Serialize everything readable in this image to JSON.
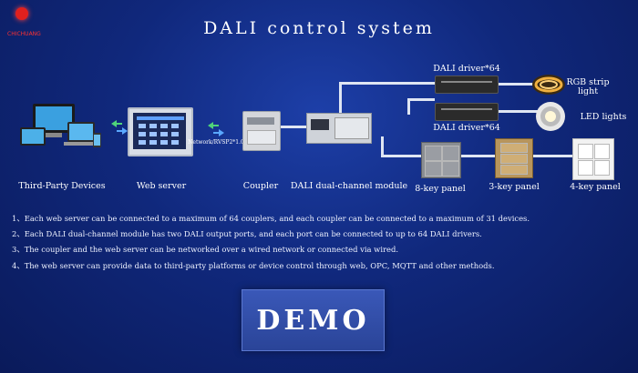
{
  "header": {
    "title": "DALI control system",
    "logo_text": "CHICHUANG"
  },
  "devices": {
    "third_party": "Third-Party Devices",
    "web_server": "Web server",
    "coupler": "Coupler",
    "dali_module": "DALI dual-channel module",
    "protocol": "Network/RVSP2*1.0",
    "driver_top": "DALI driver*64",
    "driver_bottom": "DALI driver*64",
    "rgb": "RGB strip light",
    "led": "LED lights",
    "panel8": "8-key panel",
    "panel3": "3-key panel",
    "panel4": "4-key panel"
  },
  "notes": [
    "1、Each web server can be connected to a maximum of 64 couplers, and each coupler can be connected to a maximum of 31 devices.",
    "2、Each DALI dual-channel module has two DALI output ports, and each port can be connected to up to 64 DALI drivers.",
    "3、The coupler and the web server can be networked over a wired network or connected via wired.",
    "4、The web server can provide data to third-party platforms or device control through web, OPC, MQTT and other methods."
  ],
  "badge": {
    "label": "DEMO"
  },
  "colors": {
    "background": "#10287c",
    "line": "#dfe6f3",
    "arrow_green": "#4fd37a",
    "arrow_blue": "#5aa8ff"
  }
}
